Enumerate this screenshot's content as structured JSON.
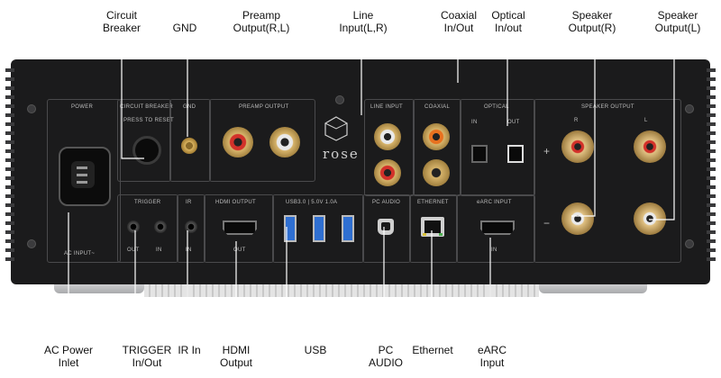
{
  "callouts": {
    "circuit_breaker": "Circuit\nBreaker",
    "gnd": "GND",
    "preamp_output": "Preamp\nOutput(R,L)",
    "line_input": "Line\nInput(L,R)",
    "coaxial": "Coaxial\nIn/Out",
    "optical": "Optical\nIn/out",
    "speaker_r": "Speaker\nOutput(R)",
    "speaker_l": "Speaker\nOutput(L)",
    "ac_power": "AC Power\nInlet",
    "trigger": "TRIGGER\nIn/Out",
    "ir": "IR In",
    "hdmi": "HDMI\nOutput",
    "usb": "USB",
    "pc_audio": "PC\nAUDIO",
    "ethernet": "Ethernet",
    "earc": "eARC\nInput"
  },
  "panel_labels": {
    "power": "POWER",
    "circuit_breaker": "CIRCUIT BREAKER",
    "press_to_reset": "PRESS TO RESET",
    "gnd": "GND",
    "preamp_output": "PREAMP OUTPUT",
    "line_input": "LINE INPUT",
    "coaxial": "COAXIAL",
    "optical": "OPTICAL",
    "speaker_output": "SPEAKER OUTPUT",
    "trigger": "TRIGGER",
    "ir": "IR",
    "hdmi_output": "HDMI OUTPUT",
    "usb": "USB3.0  |  5.0V 1.0A",
    "pc_audio": "PC AUDIO",
    "ethernet": "ETHERNET",
    "earc_input": "eARC INPUT",
    "ac_input": "AC INPUT~",
    "logo": "rose",
    "in": "IN",
    "out": "OUT",
    "r": "R",
    "l": "L",
    "plus": "+",
    "minus": "−"
  },
  "colors": {
    "chassis": "#1b1b1c",
    "gold": "#c9a24a",
    "red_ring": "#d2312a",
    "orange_ring": "#e8711f",
    "usb_blue": "#2f6fd1"
  }
}
